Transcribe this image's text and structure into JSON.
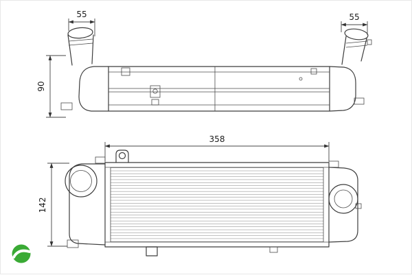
{
  "drawing": {
    "dim_pipe_left": "55",
    "dim_pipe_right": "55",
    "dim_depth": "90",
    "dim_core_width": "358",
    "dim_height": "142"
  },
  "brand": {
    "logo_color": "#3aaa35"
  }
}
